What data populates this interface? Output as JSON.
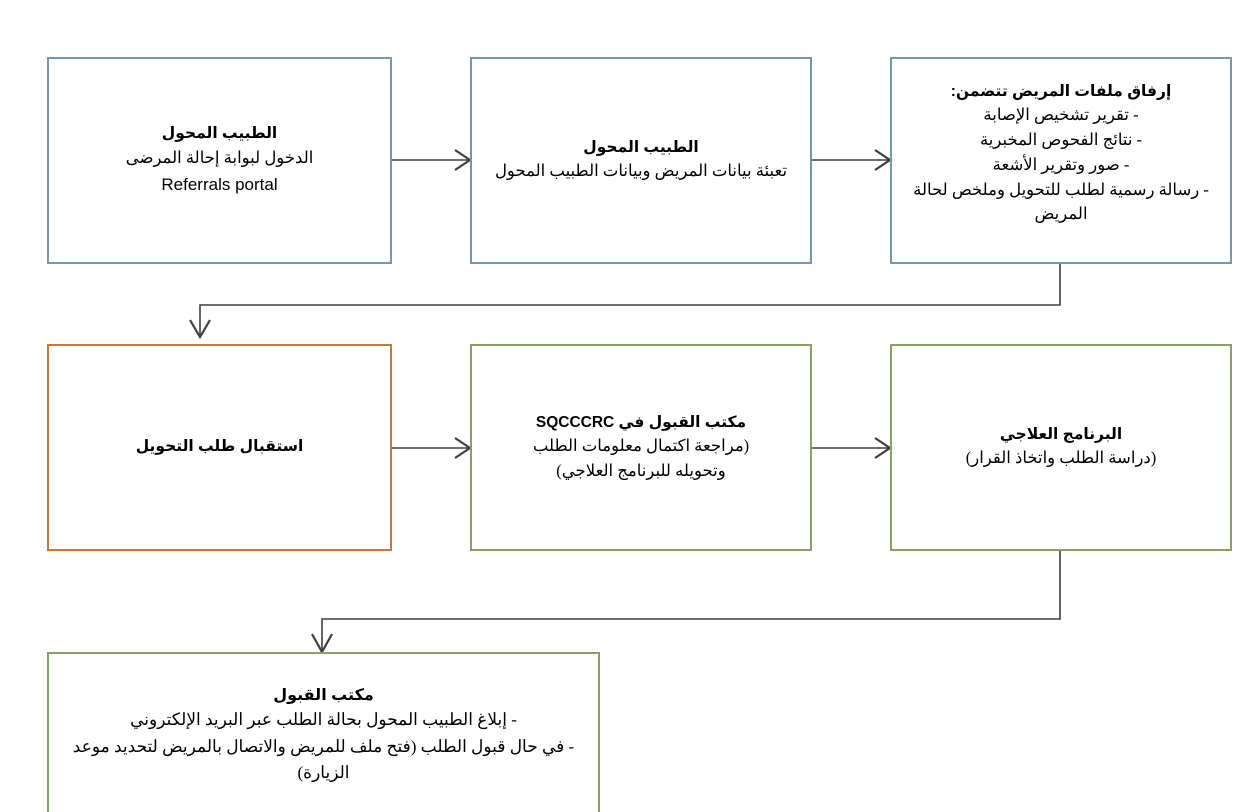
{
  "diagram": {
    "type": "flowchart",
    "direction": "right-to-left-reading",
    "colors": {
      "blue_border": "#7396b3",
      "orange_border": "#c5793f",
      "green_border": "#86a162",
      "connector": "#3f3f3f",
      "background": "#ffffff",
      "text": "#000000"
    },
    "nodes": [
      {
        "id": "referring-physician-portal",
        "border_color": "#7396b3",
        "title": "الطبيب المحول",
        "lines": [
          "الدخول لبوابة إحالة المرضى",
          "Referrals portal"
        ]
      },
      {
        "id": "referring-physician-data-entry",
        "border_color": "#7396b3",
        "title": "الطبيب المحول",
        "lines": [
          "تعبئة بيانات المريض وبيانات الطبيب المحول"
        ]
      },
      {
        "id": "attach-patient-files",
        "border_color": "#7396b3",
        "title": "إرفاق ملفات المريض تتضمن:",
        "lines": [
          "- تقرير تشخيص الإصابة",
          "- نتائج الفحوص المخبرية",
          "- صور وتقرير الأشعة",
          "- رسالة رسمية لطلب للتحويل وملخص لحالة المريض"
        ]
      },
      {
        "id": "receive-referral-request",
        "border_color": "#c5793f",
        "title": "استقبال طلب التحويل",
        "lines": []
      },
      {
        "id": "admission-office-sqcccrc",
        "border_color": "#86a162",
        "title": "مكتب القبول في  SQCCCRC",
        "lines": [
          "(مراجعة اكتمال معلومات الطلب وتحويله للبرنامج العلاجي)"
        ]
      },
      {
        "id": "treatment-program",
        "border_color": "#86a162",
        "title": "البرنامج العلاجي",
        "lines": [
          "(دراسة الطلب واتخاذ القرار)"
        ]
      },
      {
        "id": "admission-office",
        "border_color": "#86a162",
        "title": "مكتب القبول",
        "lines": [
          "- إبلاغ الطبيب المحول بحالة الطلب عبر البريد الإلكتروني",
          "- في حال قبول الطلب (فتح ملف للمريض والاتصال بالمريض لتحديد موعد الزيارة)"
        ]
      }
    ],
    "connectors": [
      {
        "id": "c1",
        "from": "referring-physician-portal",
        "to": "referring-physician-data-entry",
        "style": "straight-horizontal-arrow"
      },
      {
        "id": "c2",
        "from": "referring-physician-data-entry",
        "to": "attach-patient-files",
        "style": "straight-horizontal-arrow"
      },
      {
        "id": "c3",
        "from": "attach-patient-files",
        "to": "receive-referral-request",
        "style": "elbow-down-left-down-arrow"
      },
      {
        "id": "c4",
        "from": "receive-referral-request",
        "to": "admission-office-sqcccrc",
        "style": "straight-horizontal-arrow"
      },
      {
        "id": "c5",
        "from": "admission-office-sqcccrc",
        "to": "treatment-program",
        "style": "straight-horizontal-arrow"
      },
      {
        "id": "c6",
        "from": "treatment-program",
        "to": "admission-office",
        "style": "elbow-down-left-down-arrow"
      }
    ]
  }
}
